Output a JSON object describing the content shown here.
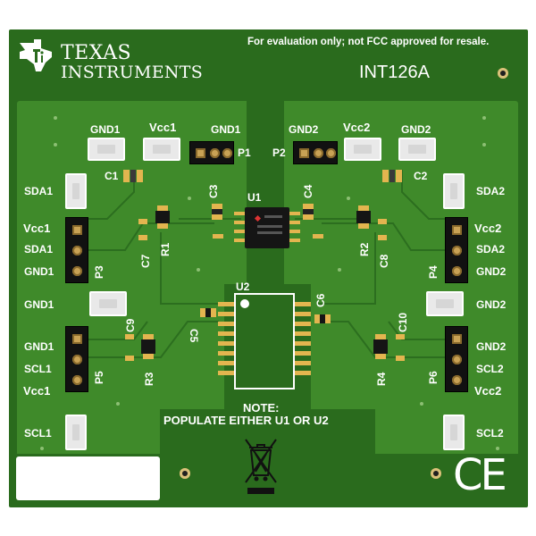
{
  "brand": {
    "line1": "TEXAS",
    "line2": "INSTRUMENTS"
  },
  "disclaimer": "For evaluation only; not FCC approved for resale.",
  "board_id": "INT126A",
  "headers": {
    "p1": "P1",
    "p2": "P2",
    "p3": "P3",
    "p4": "P4",
    "p5": "P5",
    "p6": "P6"
  },
  "chips": {
    "u1": "U1",
    "u2": "U2"
  },
  "caps": {
    "c1": "C1",
    "c2": "C2",
    "c3": "C3",
    "c4": "C4",
    "c5": "C5",
    "c6": "C6",
    "c7": "C7",
    "c8": "C8",
    "c9": "C9",
    "c10": "C10"
  },
  "resistors": {
    "r1": "R1",
    "r2": "R2",
    "r3": "R3",
    "r4": "R4"
  },
  "nets": {
    "gnd1": "GND1",
    "gnd2": "GND2",
    "vcc1": "Vcc1",
    "vcc2": "Vcc2",
    "sda1": "SDA1",
    "sda2": "SDA2",
    "scl1": "SCL1",
    "scl2": "SCL2"
  },
  "note": {
    "line1": "NOTE:",
    "line2": "POPULATE EITHER U1 OR U2"
  },
  "ce_mark": "CE",
  "colors": {
    "board": "#2a6b1d",
    "pour": "#3f8a2a",
    "silk": "#ffffff",
    "copper": "#e3b54f"
  }
}
